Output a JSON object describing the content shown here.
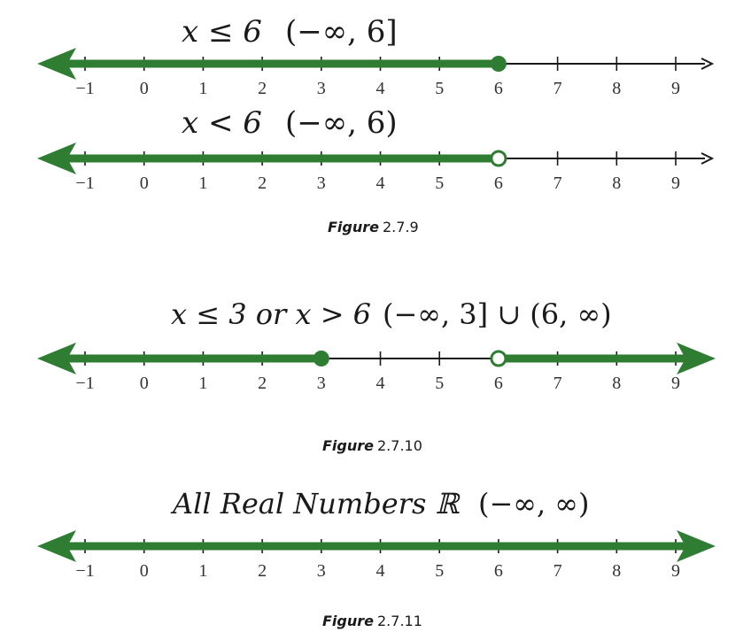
{
  "colors": {
    "shade": "#2e7d32",
    "axis": "#1a1a1a",
    "text": "#1a1a1a"
  },
  "tick_values": [
    -1,
    0,
    1,
    2,
    3,
    4,
    5,
    6,
    7,
    8,
    9
  ],
  "tick_labels": [
    "−1",
    "0",
    "1",
    "2",
    "3",
    "4",
    "5",
    "6",
    "7",
    "8",
    "9"
  ],
  "number_lines": [
    {
      "inequality": "x ≤ 6",
      "interval": "(−∞, 6]",
      "shaded": [
        {
          "from": "-inf",
          "to": 6
        }
      ],
      "points": [
        {
          "value": 6,
          "style": "closed"
        }
      ],
      "arrows": [
        "left"
      ]
    },
    {
      "inequality": "x < 6",
      "interval": "(−∞, 6)",
      "shaded": [
        {
          "from": "-inf",
          "to": 6
        }
      ],
      "points": [
        {
          "value": 6,
          "style": "open"
        }
      ],
      "arrows": [
        "left"
      ]
    },
    {
      "inequality": "x ≤ 3  or  x > 6",
      "interval": "(−∞, 3] ∪ (6, ∞)",
      "shaded": [
        {
          "from": "-inf",
          "to": 3
        },
        {
          "from": 6,
          "to": "inf"
        }
      ],
      "points": [
        {
          "value": 3,
          "style": "closed"
        },
        {
          "value": 6,
          "style": "open"
        }
      ],
      "arrows": [
        "left",
        "right"
      ]
    },
    {
      "inequality": "All Real Numbers ℝ",
      "interval": "(−∞, ∞)",
      "shaded": [
        {
          "from": "-inf",
          "to": "inf"
        }
      ],
      "points": [],
      "arrows": [
        "left",
        "right"
      ]
    }
  ],
  "captions": [
    {
      "label": "Figure",
      "number": "2.7.9"
    },
    {
      "label": "Figure",
      "number": "2.7.10"
    },
    {
      "label": "Figure",
      "number": "2.7.11"
    }
  ]
}
